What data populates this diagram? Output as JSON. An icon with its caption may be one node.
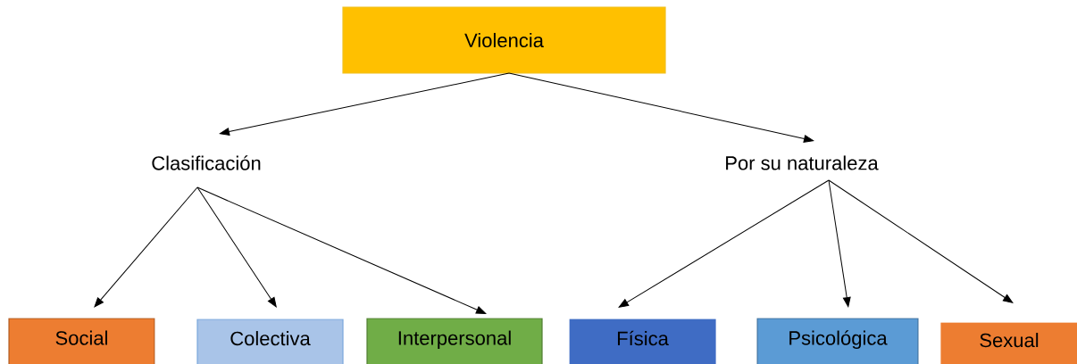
{
  "diagram": {
    "nodes": [
      {
        "text": [
          "Violencia"
        ]
      },
      {
        "text": [
          "Clasificación"
        ]
      },
      {
        "text": [
          "Por su naturaleza"
        ]
      },
      {
        "text": [
          "Social"
        ]
      },
      {
        "text": [
          "Colectiva"
        ]
      },
      {
        "text": [
          "Interpersonal"
        ]
      },
      {
        "text": [
          "Física"
        ]
      },
      {
        "text": [
          "Psicológica"
        ]
      },
      {
        "text": [
          "Sexual"
        ]
      }
    ],
    "edges": [
      {
        "from": 0,
        "to": 1,
        "arrow": "to"
      },
      {
        "from": 0,
        "to": 2,
        "arrow": "to"
      },
      {
        "from": 1,
        "to": 3,
        "arrow": "to"
      },
      {
        "from": 1,
        "to": 4,
        "arrow": "to"
      },
      {
        "from": 1,
        "to": 5,
        "arrow": "to"
      },
      {
        "from": 2,
        "to": 6,
        "arrow": "to"
      },
      {
        "from": 2,
        "to": 7,
        "arrow": "to"
      },
      {
        "from": 2,
        "to": 8,
        "arrow": "to"
      }
    ]
  }
}
